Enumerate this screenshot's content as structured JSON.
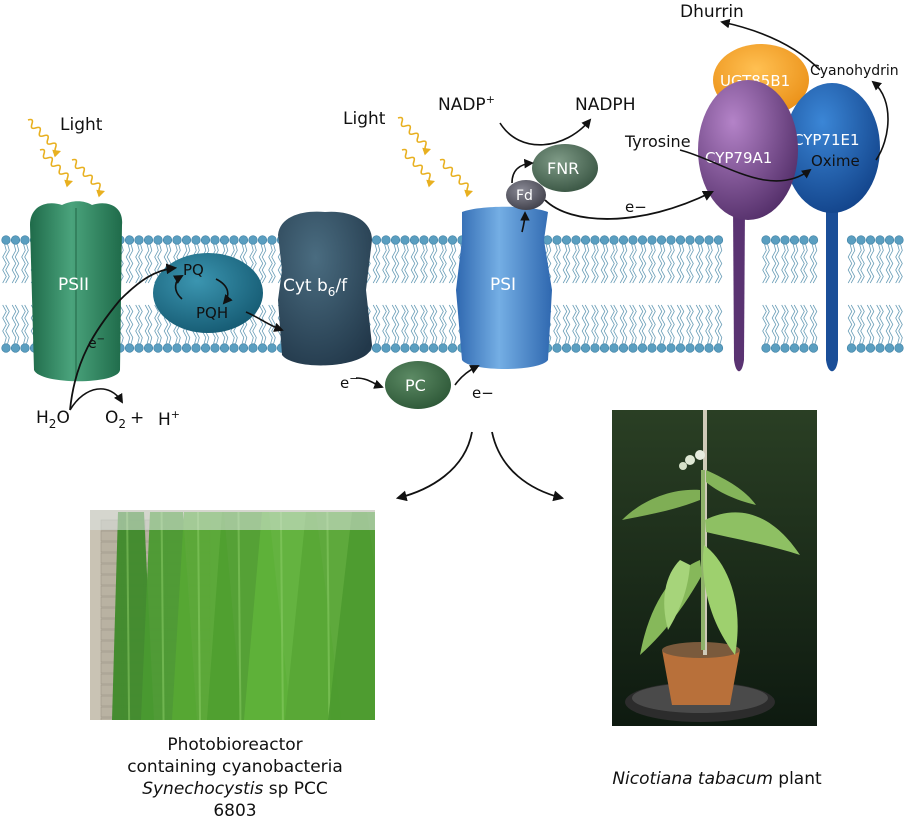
{
  "light_left": "Light",
  "light_right": "Light",
  "psii": "PSII",
  "pq": "PQ",
  "pqh": "PQH",
  "cyt_main": "Cyt b",
  "cyt_sub": "6",
  "cyt_tail": "/f",
  "psi": "PSI",
  "pc": "PC",
  "fd": "Fd",
  "fnr": "FNR",
  "nadp_base": "NADP",
  "nadp_sup": "+",
  "nadph": "NADPH",
  "electron": "e",
  "electron_minus": "−",
  "h2o_h": "H",
  "h2o_sub": "2",
  "h2o_o": "O",
  "o2_o": "O",
  "o2_sub": "2",
  "o2_plus": "+",
  "hplus_h": "H",
  "hplus_sup": "+",
  "ugt": "UGT85B1",
  "cyp79": "CYP79A1",
  "cyp71": "CYP71E1",
  "tyrosine": "Tyrosine",
  "oxime": "Oxime",
  "cyanohydrin": "Cyanohydrin",
  "dhurrin": "Dhurrin",
  "caption_left_line1": "Photobioreactor",
  "caption_left_line2": "containing cyanobacteria",
  "caption_left_species": "Synechocystis",
  "caption_left_strain": " sp PCC 6803",
  "caption_right_species": "Nicotiana tabacum",
  "caption_right_tail": " plant",
  "colors": {
    "psii": "#2e8a64",
    "pq": "#1f6f8a",
    "cyt": "#2f4a5a",
    "psi": "#3d7fc4",
    "pc": "#3a6a45",
    "fnr": "#4a6a55",
    "fd": "#4a4a55",
    "ugt": "#f0a020",
    "cyp79": "#6a3f82",
    "cyp71": "#1e5aa8",
    "light": "#e8b020",
    "lipid_head": "#5a9ec0"
  }
}
